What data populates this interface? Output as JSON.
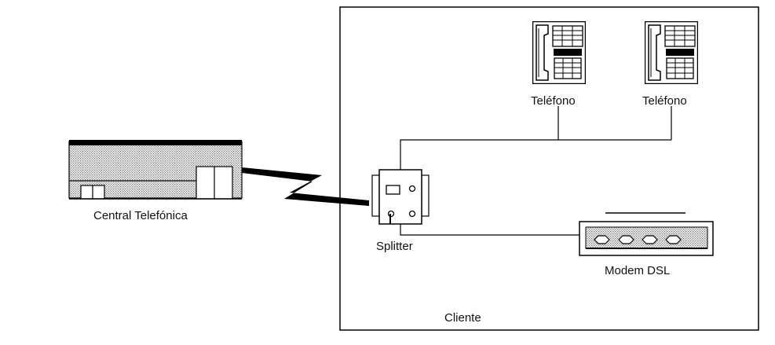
{
  "labels": {
    "central": "Central Telefónica",
    "phone_1": "Teléfono",
    "phone_2": "Teléfono",
    "splitter": "Splitter",
    "modem": "Modem DSL",
    "client": "Cliente"
  }
}
